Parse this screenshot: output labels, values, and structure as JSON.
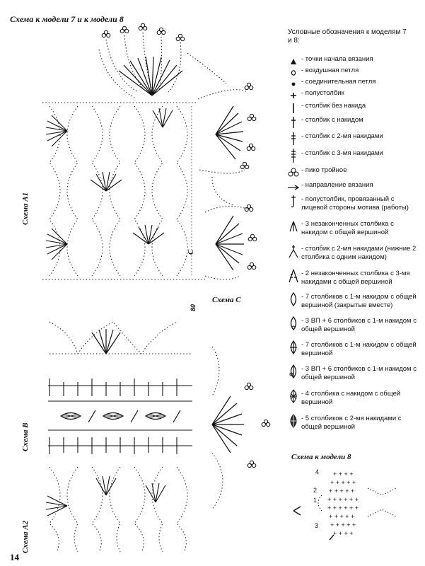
{
  "header": {
    "title": "Схема к модели 7 и к модели 8"
  },
  "legend": {
    "title": "Условные обозначения к моделям 7 и 8:",
    "items": [
      {
        "icon": "start-point-icon",
        "text": "- точки начала вязания"
      },
      {
        "icon": "chain-stitch-icon",
        "text": "- воздушная петля"
      },
      {
        "icon": "slip-stitch-icon",
        "text": "- соединительная петля"
      },
      {
        "icon": "half-double-icon",
        "text": "- полустолбик"
      },
      {
        "icon": "single-crochet-icon",
        "text": "- столбик без накида"
      },
      {
        "icon": "double-crochet-icon",
        "text": "- столбик с накидом"
      },
      {
        "icon": "treble-2-icon",
        "text": "- столбик с 2-мя накидами"
      },
      {
        "icon": "treble-3-icon",
        "text": "- столбик с 3-мя накидами"
      },
      {
        "icon": "picot-icon",
        "text": "- пико тройное"
      },
      {
        "icon": "direction-arrow-icon",
        "text": "- направление вязания"
      },
      {
        "icon": "front-loop-icon",
        "text": "- полустолбик, провязанный с лицевой стороны мотива (работы)"
      },
      {
        "icon": "cluster-3-icon",
        "text": "- 3 незаконченных столбика с накидом с общей вершиной"
      },
      {
        "icon": "cluster-2tr-icon",
        "text": "- столбик с 2-мя накидами (нижние 2 столбика с одним накидом)"
      },
      {
        "icon": "cluster-2-3tr-icon",
        "text": "- 2 незаконченных столбика с 3-мя накидами с общей вершиной"
      },
      {
        "icon": "puff-7-icon",
        "text": "- 7 столбиков с 1-м накидом с общей вершиной (закрытые вместе)"
      },
      {
        "icon": "puff-3ch6-icon",
        "text": "- 3 ВП + 6 столбиков с 1-м накидом с общей вершиной"
      },
      {
        "icon": "puff-7b-icon",
        "text": "- 7 столбиков с 1-м накидом с общей вершиной"
      },
      {
        "icon": "puff-3ch6b-icon",
        "text": "- 3 ВП + 6 столбиков с 1-м накидом с общей вершиной"
      },
      {
        "icon": "puff-4-icon",
        "text": "- 4 столбика с накидом с общей вершиной"
      },
      {
        "icon": "puff-5-icon",
        "text": "- 5 столбиков с 2-мя накидами с общей вершиной"
      }
    ]
  },
  "labels": {
    "schema_a1": "Схема А1",
    "schema_c": "Схема С",
    "schema_b": "Схема В",
    "schema_a2": "Схема А2",
    "letter_c": "С",
    "number_80": "80",
    "schema8_title": "Схема к модели 8",
    "page_number": "14"
  },
  "schema8": {
    "row_numbers": [
      "4",
      "2",
      "1",
      "3"
    ]
  }
}
